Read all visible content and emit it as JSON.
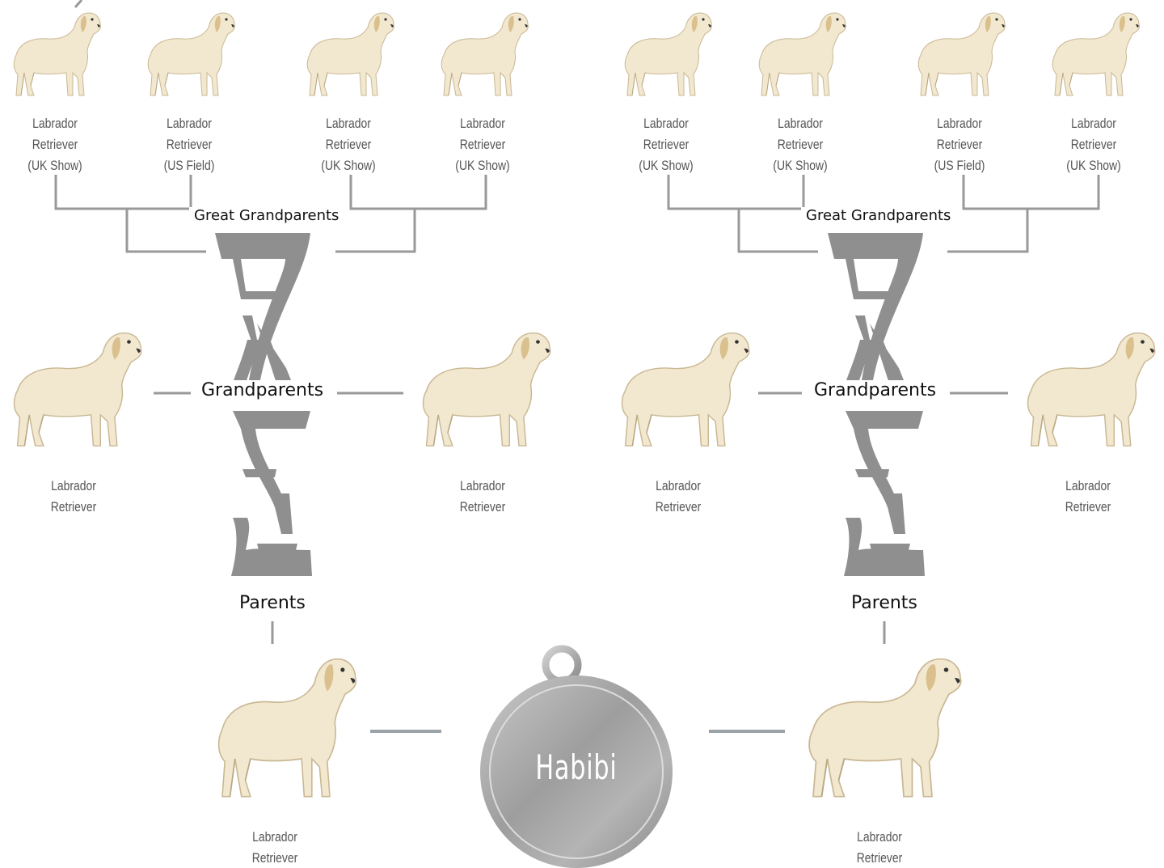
{
  "generations": {
    "great_grandparents": "Great Grandparents",
    "grandparents": "Grandparents",
    "parents": "Parents"
  },
  "dog_name": "Habibi",
  "great_grandparents": [
    {
      "line1": "Labrador",
      "line2": "Retriever",
      "line3": "(UK Show)"
    },
    {
      "line1": "Labrador",
      "line2": "Retriever",
      "line3": "(US Field)"
    },
    {
      "line1": "Labrador",
      "line2": "Retriever",
      "line3": "(UK Show)"
    },
    {
      "line1": "Labrador",
      "line2": "Retriever",
      "line3": "(UK Show)"
    },
    {
      "line1": "Labrador",
      "line2": "Retriever",
      "line3": "(UK Show)"
    },
    {
      "line1": "Labrador",
      "line2": "Retriever",
      "line3": "(UK Show)"
    },
    {
      "line1": "Labrador",
      "line2": "Retriever",
      "line3": "(US Field)"
    },
    {
      "line1": "Labrador",
      "line2": "Retriever",
      "line3": "(UK Show)"
    }
  ],
  "grandparents": [
    {
      "line1": "Labrador",
      "line2": "Retriever"
    },
    {
      "line1": "Labrador",
      "line2": "Retriever"
    },
    {
      "line1": "Labrador",
      "line2": "Retriever"
    },
    {
      "line1": "Labrador",
      "line2": "Retriever"
    }
  ],
  "parents": [
    {
      "line1": "Labrador",
      "line2": "Retriever"
    },
    {
      "line1": "Labrador",
      "line2": "Retriever"
    }
  ],
  "colors": {
    "connector": "#999999",
    "helix": "#8f8f8f",
    "tag_silver": "#a8a8a8",
    "dog_cream": "#f2e7cf"
  }
}
